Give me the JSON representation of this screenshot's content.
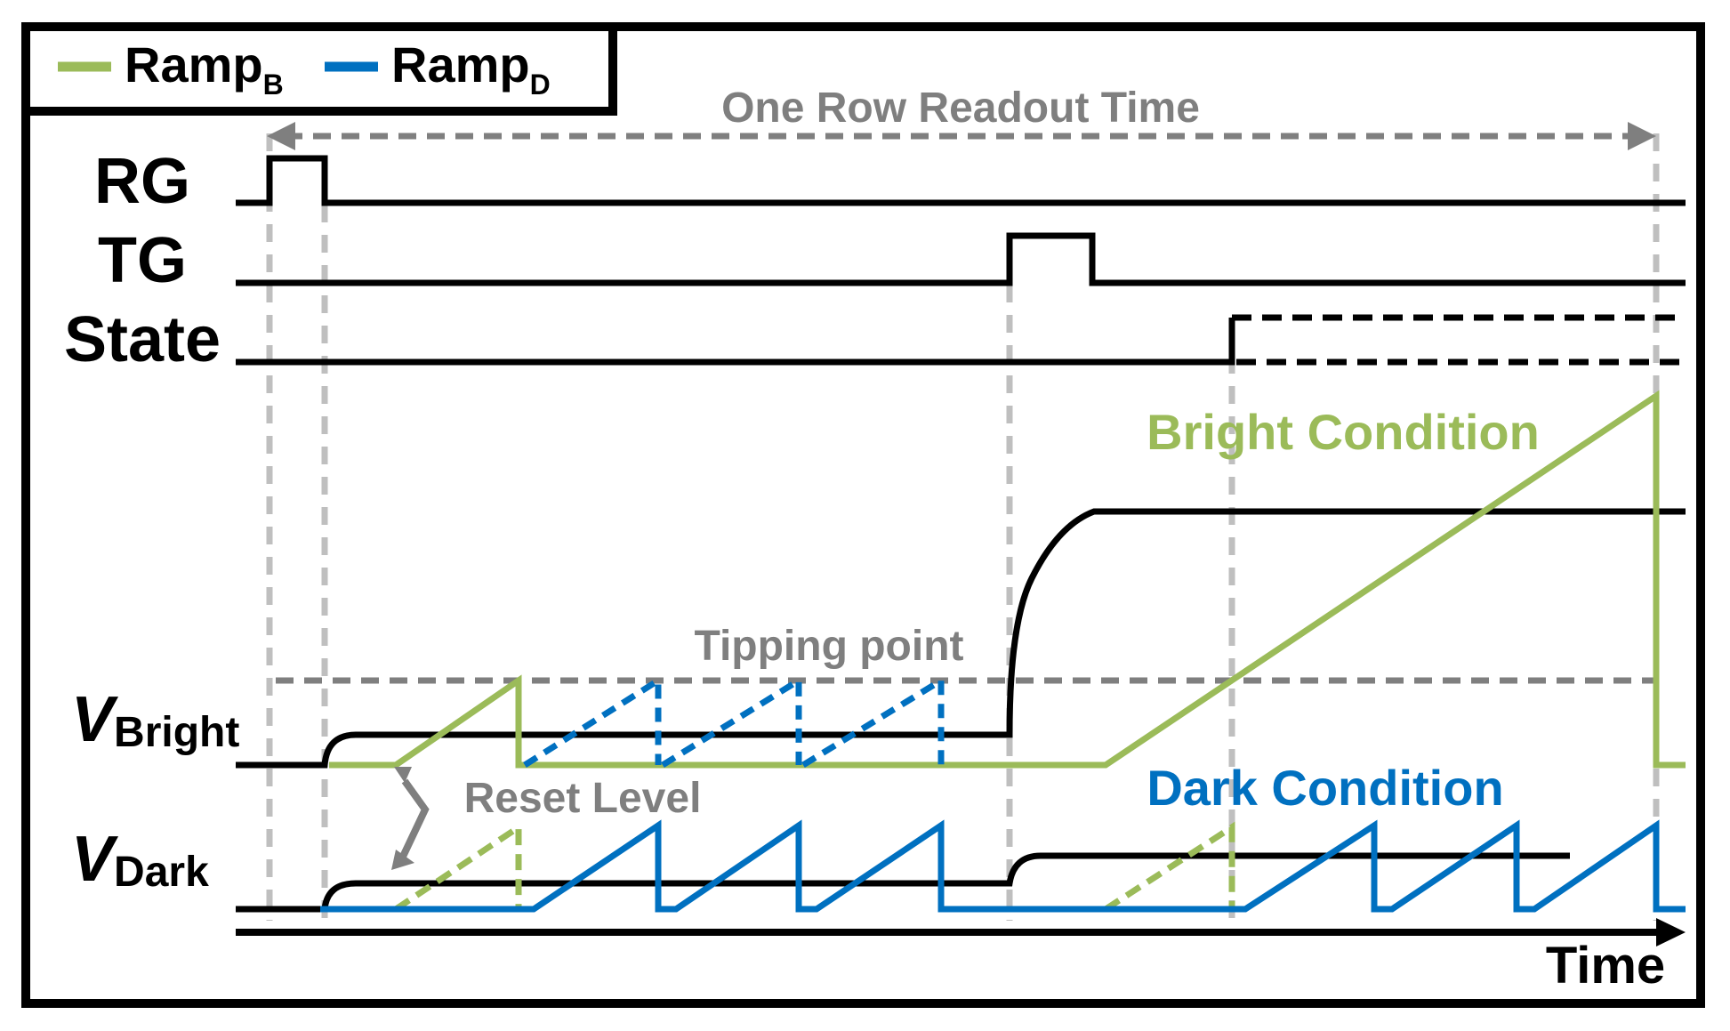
{
  "legend": {
    "items": [
      {
        "name": "Ramp",
        "sub": "B",
        "color": "#9bbb59"
      },
      {
        "name": "Ramp",
        "sub": "D",
        "color": "#0070c0"
      }
    ]
  },
  "labels": {
    "one_row_readout": "One Row Readout Time",
    "rg": "RG",
    "tg": "TG",
    "state": "State",
    "bright_condition": "Bright Condition",
    "tipping_point": "Tipping point",
    "v_bright_main": "V",
    "v_bright_sub": "Bright",
    "reset_level": "Reset Level",
    "dark_condition": "Dark Condition",
    "v_dark_main": "V",
    "v_dark_sub": "Dark",
    "time": "Time"
  },
  "colors": {
    "ramp_bright": "#9bbb59",
    "ramp_dark": "#0070c0",
    "guide": "#bfbfbf",
    "annotation": "#7f7f7f",
    "signal": "#000000"
  }
}
